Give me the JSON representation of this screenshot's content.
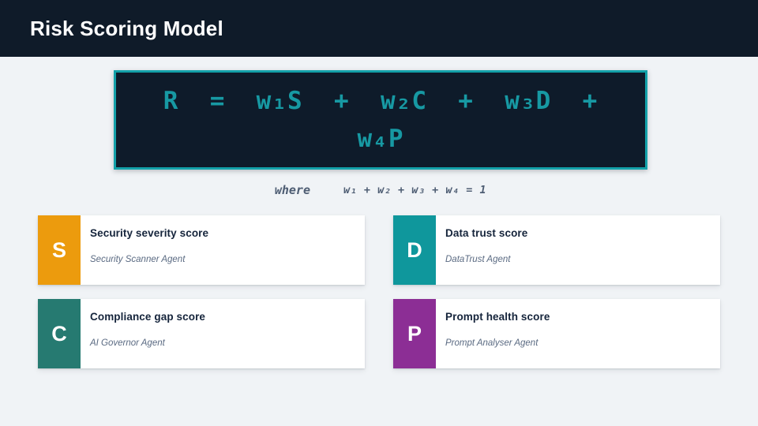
{
  "header": {
    "title": "Risk Scoring Model"
  },
  "formula": {
    "line1": "R  =  w₁S  +  w₂C  +  w₃D  +",
    "line2": "w₄P"
  },
  "where": {
    "label": "where",
    "constraint": "w₁ + w₂ + w₃ + w₄ = 1"
  },
  "colors": {
    "header_bg": "#0f1b29",
    "formula_box_bg": "#0e1b2a",
    "accent_teal_border": "#13a1a9",
    "formula_text_teal": "#1799a3",
    "badge_orange": "#EC9B0D",
    "badge_teal": "#0F979C",
    "badge_dark_teal": "#267A71",
    "badge_purple": "#8C2E95"
  },
  "cards": [
    {
      "letter": "S",
      "color": "#EC9B0D",
      "title": "Security severity score",
      "agent": "Security Scanner Agent"
    },
    {
      "letter": "D",
      "color": "#0F979C",
      "title": "Data trust score",
      "agent": "DataTrust Agent"
    },
    {
      "letter": "C",
      "color": "#267A71",
      "title": "Compliance gap score",
      "agent": "AI Governor Agent"
    },
    {
      "letter": "P",
      "color": "#8C2E95",
      "title": "Prompt health score",
      "agent": "Prompt Analyser Agent"
    }
  ]
}
